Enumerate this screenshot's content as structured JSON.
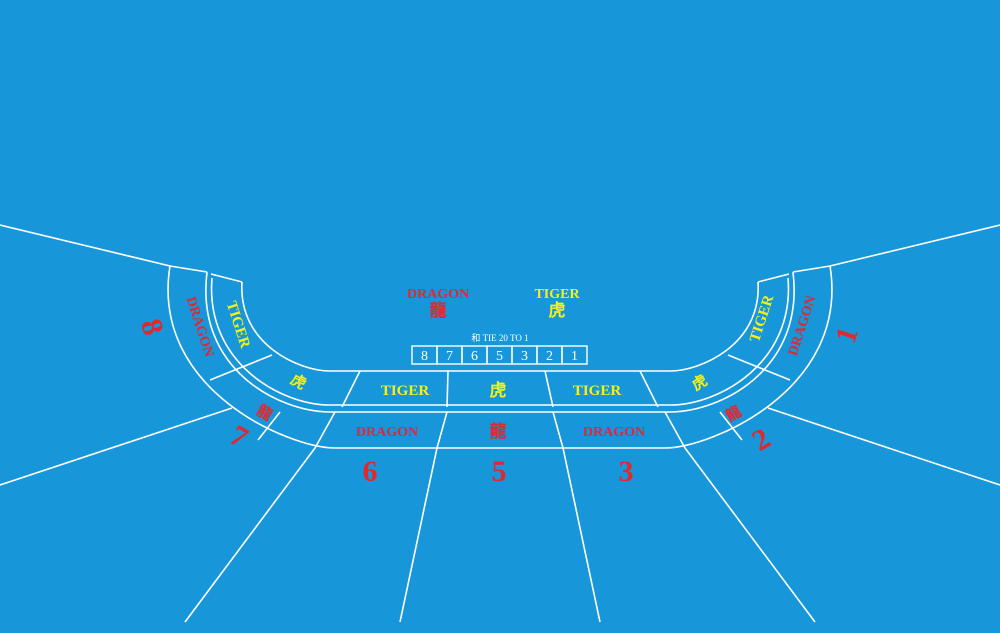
{
  "colors": {
    "felt": "#1797da",
    "line": "#ffffff",
    "dragon_text": "#e0282e",
    "tiger_text": "#f4f215",
    "seat_number": "#e0282e"
  },
  "header": {
    "dragon_label": "DRAGON",
    "dragon_cn": "龍",
    "tiger_label": "TIGER",
    "tiger_cn": "虎"
  },
  "tie": {
    "label": "和 TIE 20 TO 1",
    "boxes": [
      "8",
      "7",
      "6",
      "5",
      "3",
      "2",
      "1"
    ]
  },
  "seats": [
    {
      "number": "8",
      "dragon": "DRAGON",
      "tiger": "TIGER"
    },
    {
      "number": "7",
      "dragon": "龍",
      "tiger": "虎"
    },
    {
      "number": "6",
      "dragon": "DRAGON",
      "tiger": "TIGER"
    },
    {
      "number": "5",
      "dragon": "龍",
      "tiger": "虎"
    },
    {
      "number": "3",
      "dragon": "DRAGON",
      "tiger": "TIGER"
    },
    {
      "number": "2",
      "dragon": "龍",
      "tiger": "虎"
    },
    {
      "number": "1",
      "dragon": "DRAGON",
      "tiger": "TIGER"
    }
  ]
}
